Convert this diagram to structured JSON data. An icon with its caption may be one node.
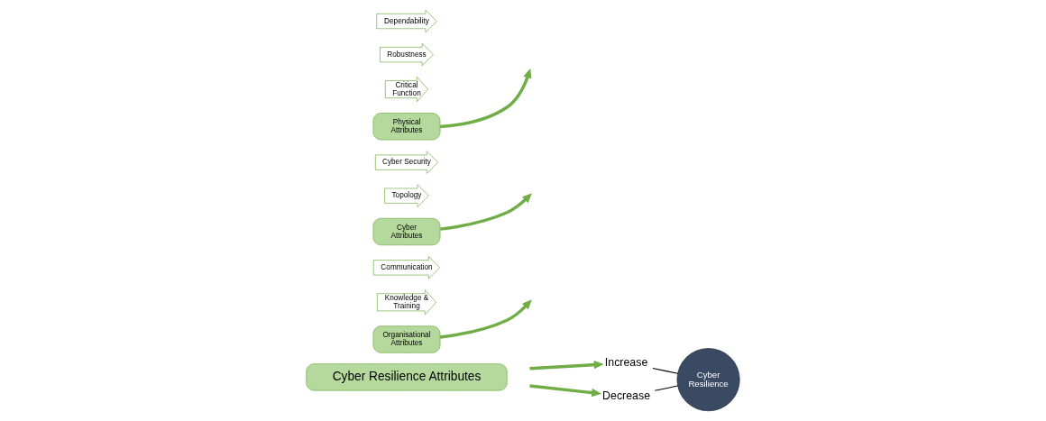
{
  "diagram": {
    "nodes": [
      {
        "text": [
          "Cyber Resilience Attributes"
        ]
      },
      {
        "text": [
          "Increase"
        ]
      },
      {
        "text": [
          "Decrease"
        ]
      },
      {
        "text": [
          "Cyber Resilience"
        ]
      },
      {
        "text": [
          "Communication"
        ]
      },
      {
        "text": [
          "Knowledge & Training"
        ]
      },
      {
        "text": [
          "Organisational Attributes"
        ]
      },
      {
        "text": [
          "Cyber Security"
        ]
      },
      {
        "text": [
          "Topology"
        ]
      },
      {
        "text": [
          "Cyber Attributes"
        ]
      },
      {
        "text": [
          "Dependability"
        ]
      },
      {
        "text": [
          "Robustness"
        ]
      },
      {
        "text": [
          "Critical Function"
        ]
      },
      {
        "text": [
          "Physical Attributes"
        ]
      }
    ],
    "edges": [
      {
        "from": null,
        "to": 1,
        "arrow": "to"
      },
      {
        "from": null,
        "to": 2,
        "arrow": "to"
      },
      {
        "from": 1,
        "to": 3,
        "arrow": "none",
        "color": "#000000"
      },
      {
        "from": 2,
        "to": 3,
        "arrow": "none",
        "color": "#000000"
      },
      {
        "from": 6,
        "to": null,
        "arrow": "to"
      },
      {
        "from": 9,
        "to": null,
        "arrow": "to"
      },
      {
        "from": 13,
        "to": null,
        "arrow": "to"
      }
    ]
  }
}
